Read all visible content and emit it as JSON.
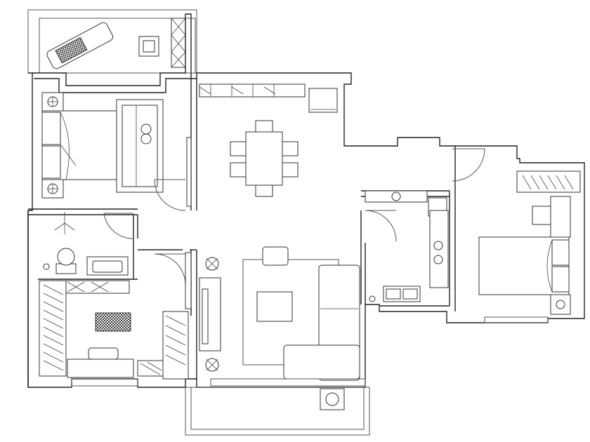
{
  "drawing": {
    "kind": "apartment floor plan",
    "text_labels": [],
    "colors": {
      "background": "#ffffff",
      "line": "#222222"
    },
    "rooms": [
      {
        "name": "balcony-top-left"
      },
      {
        "name": "master-bedroom"
      },
      {
        "name": "bathroom"
      },
      {
        "name": "bedroom-lower-left"
      },
      {
        "name": "dining-area"
      },
      {
        "name": "living-room"
      },
      {
        "name": "kitchen"
      },
      {
        "name": "bedroom-right"
      },
      {
        "name": "balcony-bottom"
      }
    ]
  }
}
